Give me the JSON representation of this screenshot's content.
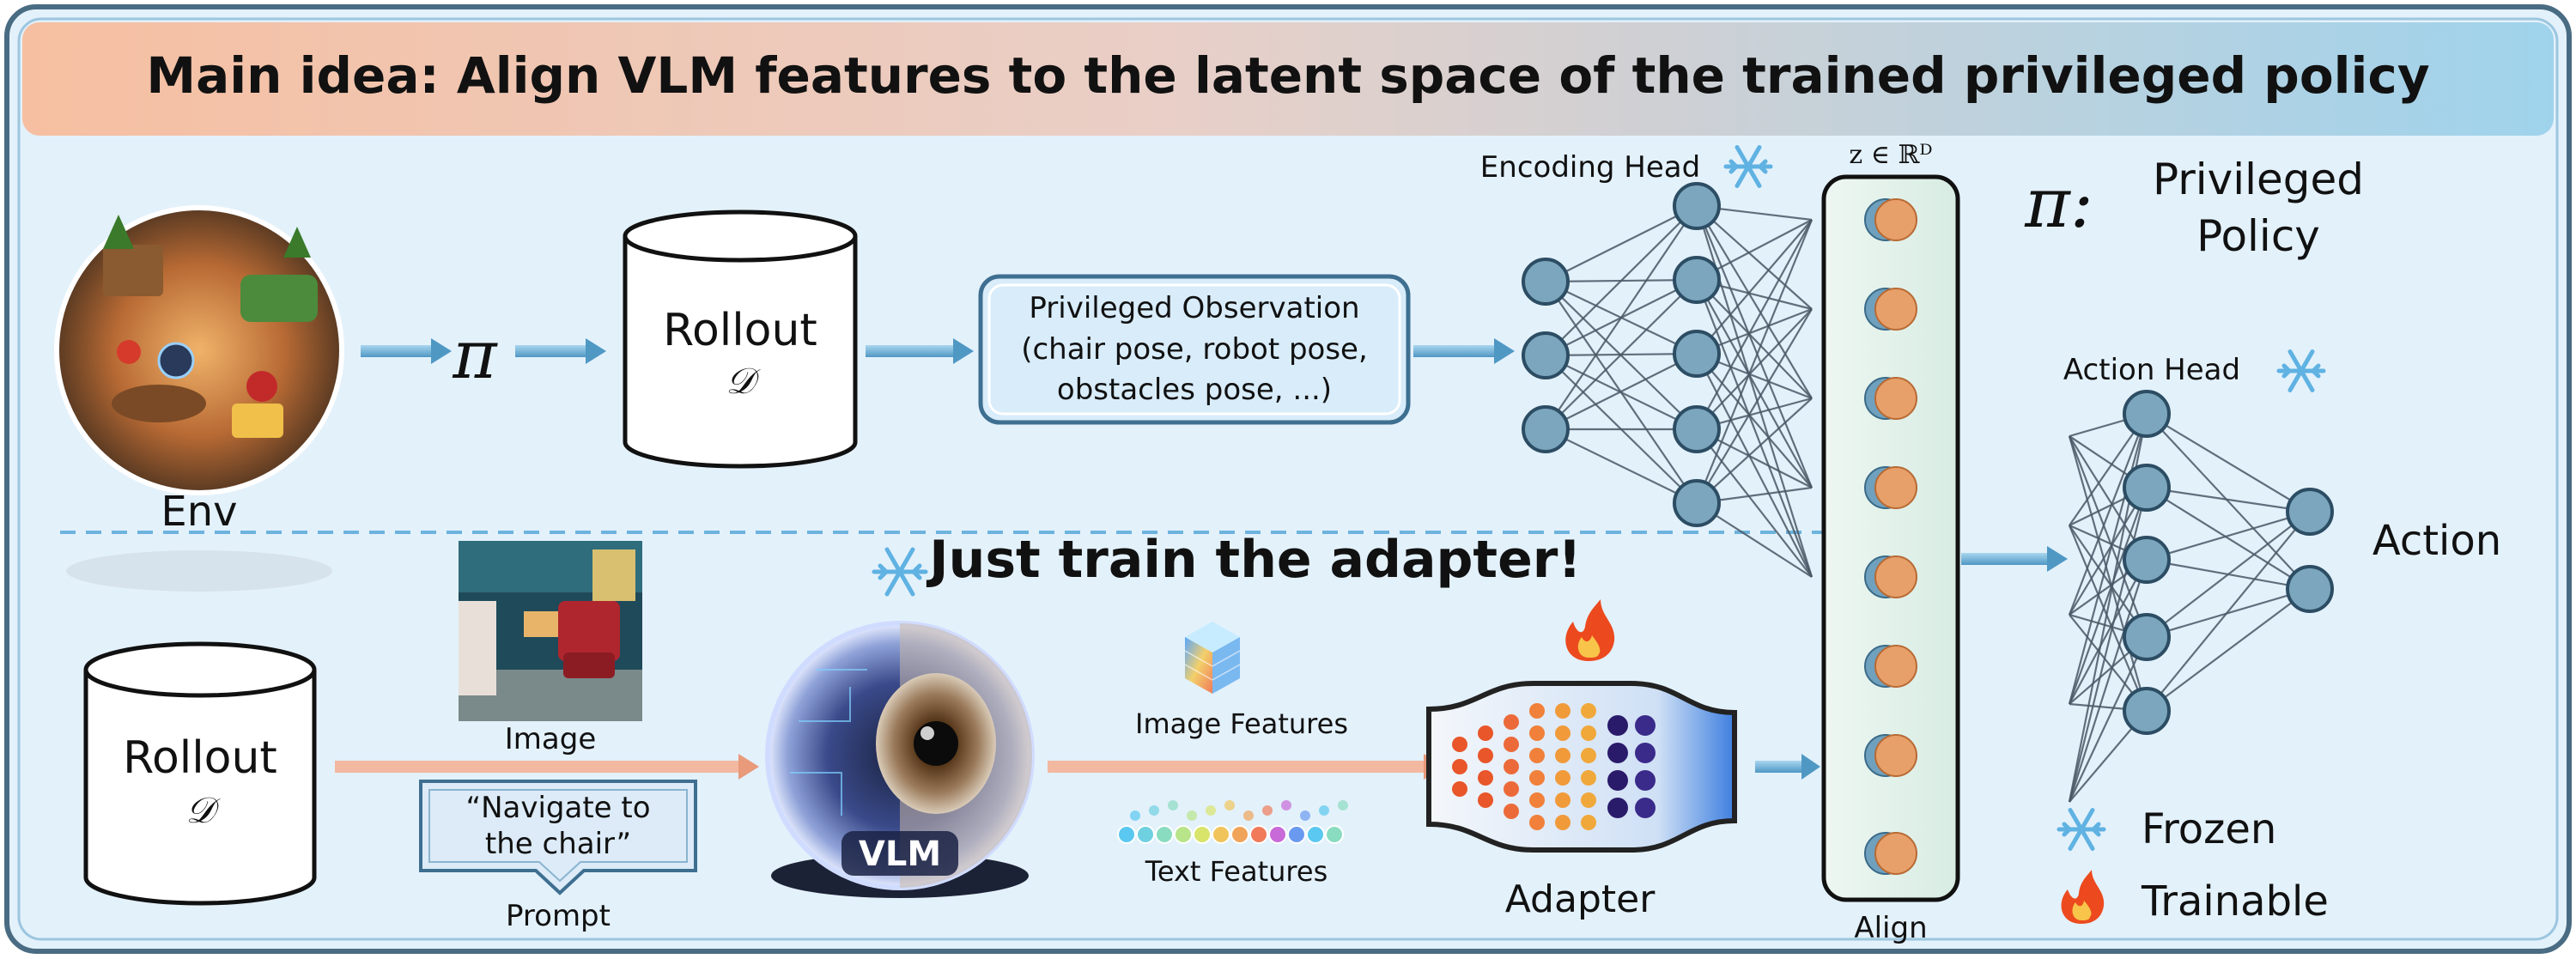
{
  "banner": {
    "title": "Main idea: Align VLM features to the latent space of the trained privileged policy"
  },
  "top": {
    "env_label": "Env",
    "pi_symbol": "π",
    "rollout_label": "Rollout",
    "rollout_symbol": "𝒟",
    "priv_obs_lines": [
      "Privileged Observation",
      "(chair pose, robot pose,",
      "obstacles pose, ...)"
    ],
    "encoding_head_label": "Encoding Head",
    "z_label": "z ∈ ℝᴰ",
    "policy_symbol": "π:",
    "policy_lines": [
      "Privileged",
      "Policy"
    ],
    "action_head_label": "Action Head",
    "action_label": "Action"
  },
  "bottom": {
    "rollout_label": "Rollout",
    "rollout_symbol": "𝒟",
    "image_label": "Image",
    "prompt_lines": [
      "“Navigate to",
      "the chair”"
    ],
    "prompt_label": "Prompt",
    "headline": "Just train the adapter!",
    "vlm_label": "VLM",
    "image_features_label": "Image Features",
    "text_features_label": "Text Features",
    "adapter_label": "Adapter",
    "align_label": "Align"
  },
  "legend": {
    "frozen_label": "Frozen",
    "trainable_label": "Trainable"
  },
  "colors": {
    "node_fill": "#7ba6bd",
    "node_stroke": "#2c4d63",
    "latent_orange": "#e8a06a",
    "latent_blue": "#6fa0bd",
    "panel_bg": "#e3f1fb",
    "accent_arrow": "#5eaad1",
    "prompt_arrow": "#f2b8a0"
  }
}
